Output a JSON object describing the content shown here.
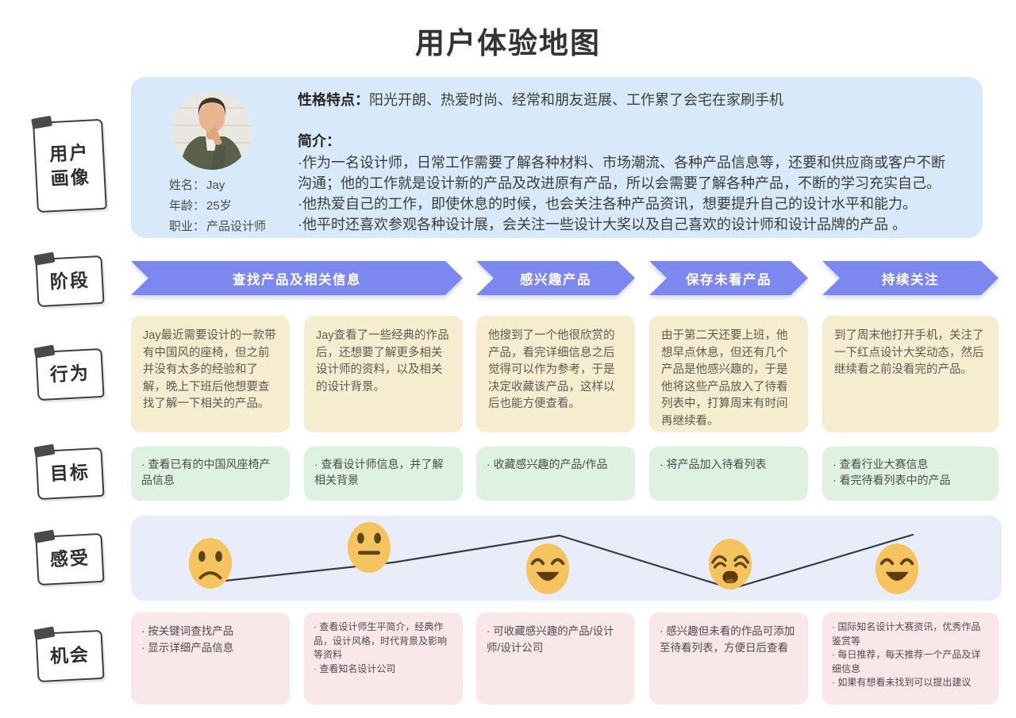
{
  "title": "用户体验地图",
  "colors": {
    "accent_arrow": "#7C87EF",
    "persona_bg": "#D8EAF9",
    "behavior_bg": "#F6EDD1",
    "goal_bg": "#DFF2E2",
    "feeling_bg": "#E9EDFA",
    "opportunity_bg": "#F9E7EA",
    "emoji_yellow": "#F5C45F",
    "mood_line": "#3B3B3B"
  },
  "row_labels": {
    "persona": "用户画像",
    "stage": "阶段",
    "behavior": "行为",
    "goal": "目标",
    "feeling": "感受",
    "opportunity": "机会"
  },
  "persona": {
    "fields": [
      {
        "label": "姓名：",
        "value": "Jay"
      },
      {
        "label": "年龄：",
        "value": "25岁"
      },
      {
        "label": "职业：",
        "value": "产品设计师"
      }
    ],
    "traits_label": "性格特点：",
    "traits": "阳光开朗、热爱时尚、经常和朋友逛展、工作累了会宅在家刷手机",
    "intro_label": "简介：",
    "intro_items": [
      "·作为一名设计师，日常工作需要了解各种材料、市场潮流、各种产品信息等，还要和供应商或客户不断沟通；他的工作就是设计新的产品及改进原有产品，所以会需要了解各种产品，不断的学习充实自己。",
      "·他热爱自己的工作，即使休息的时候，也会关注各种产品资讯，想要提升自己的设计水平和能力。",
      "·他平时还喜欢参观各种设计展，会关注一些设计大奖以及自己喜欢的设计师和设计品牌的产品 。"
    ]
  },
  "stages": [
    "查找产品及相关信息",
    "感兴趣产品",
    "保存未看产品",
    "持续关注"
  ],
  "behaviors": [
    "Jay最近需要设计的一款带有中国风的座椅，但之前并没有太多的经验和了解，晚上下班后他想要查找了解一下相关的产品。",
    "Jay查看了一些经典的作品后，还想要了解更多相关设计师的资料，以及相关的设计背景。",
    "他搜到了一个他很欣赏的产品，看完详细信息之后觉得可以作为参考，于是决定收藏该产品，这样以后也能方便查看。",
    "由于第二天还要上班，他想早点休息，但还有几个产品是他感兴趣的，于是他将这些产品放入了待看列表中，打算周末有时间再继续看。",
    "到了周末他打开手机，关注了一下红点设计大奖动态，然后继续看之前没看完的产品。"
  ],
  "goals": [
    [
      "· 查看已有的中国风座椅产品信息"
    ],
    [
      "· 查看设计师信息，并了解相关背景"
    ],
    [
      "· 收藏感兴趣的产品/作品"
    ],
    [
      "· 将产品加入待看列表"
    ],
    [
      "· 查看行业大赛信息",
      "· 看完待看列表中的产品"
    ]
  ],
  "feelings": {
    "emojis": [
      "frowning-face",
      "expressionless-face",
      "smiling-face",
      "weary-face",
      "smiling-face"
    ]
  },
  "opportunities": [
    [
      "· 按关键词查找产品",
      "· 显示详细产品信息"
    ],
    [
      "· 查看设计师生平简介，经典作品，设计风格，时代背景及影响等资料",
      "· 查看知名设计公司"
    ],
    [
      "· 可收藏感兴趣的产品/设计师/设计公司"
    ],
    [
      "· 感兴趣但未看的作品可添加至待看列表，方便日后查看"
    ],
    [
      "· 国际知名设计大赛资讯，优秀作品鉴赏等",
      "· 每日推荐，每天推荐一个产品及详细信息",
      "· 如果有想看未找到可以提出建议"
    ]
  ]
}
